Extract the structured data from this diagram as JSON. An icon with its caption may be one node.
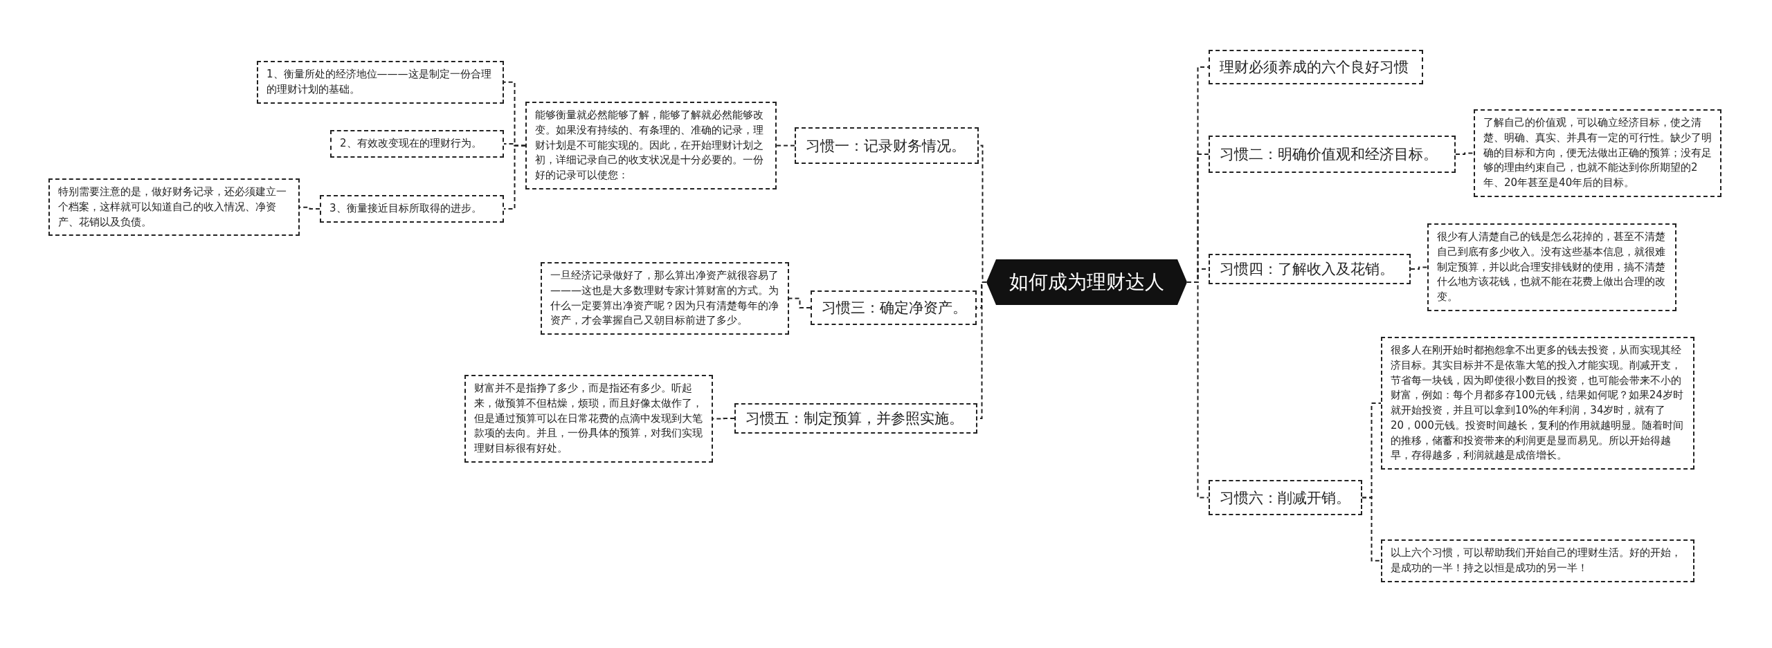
{
  "diagram": {
    "nodes": [
      {
        "text": [
          "如何成为理财达人"
        ]
      },
      {
        "text": [
          "习惯一：记录财务情况。"
        ]
      },
      {
        "text": [
          "能够衡量就必然能够了解，能够了解就必然能够改变。如果没有持续的、有条理的、准确的记录，理财计划是不可能实现的。因此，在开始理财计划之初，详细记录自己的收支状况是十分必要的。一份好的记录可以使您："
        ]
      },
      {
        "text": [
          "1、衡量所处的经济地位———这是制定一份合理的理财计划的基础。"
        ]
      },
      {
        "text": [
          "2、有效改变现在的理财行为。"
        ]
      },
      {
        "text": [
          "3、衡量接近目标所取得的进步。"
        ]
      },
      {
        "text": [
          "特别需要注意的是，做好财务记录，还必须建立一个档案，这样就可以知道自己的收入情况、净资产、花销以及负债。"
        ]
      },
      {
        "text": [
          "习惯三：确定净资产。"
        ]
      },
      {
        "text": [
          "一旦经济记录做好了，那么算出净资产就很容易了———这也是大多数理财专家计算财富的方式。为什么一定要算出净资产呢？因为只有清楚每年的净资产，才会掌握自己又朝目标前进了多少。"
        ]
      },
      {
        "text": [
          "习惯五：制定预算，并参照实施。"
        ]
      },
      {
        "text": [
          "财富并不是指挣了多少，而是指还有多少。听起来，做预算不但枯燥，烦琐，而且好像太做作了，但是通过预算可以在日常花费的点滴中发现到大笔款项的去向。并且，一份具体的预算，对我们实现理财目标很有好处。"
        ]
      },
      {
        "text": [
          "理财必须养成的六个良好习惯"
        ]
      },
      {
        "text": [
          "习惯二：明确价值观和经济目标。"
        ]
      },
      {
        "text": [
          "了解自己的价值观，可以确立经济目标，使之清楚、明确、真实、并具有一定的可行性。缺少了明确的目标和方向，便无法做出正确的预算；没有足够的理由约束自己，也就不能达到你所期望的2年、20年甚至是40年后的目标。"
        ]
      },
      {
        "text": [
          "习惯四：了解收入及花销。"
        ]
      },
      {
        "text": [
          "很少有人清楚自己的钱是怎么花掉的，甚至不清楚自己到底有多少收入。没有这些基本信息，就很难制定预算，并以此合理安排钱财的使用，搞不清楚什么地方该花钱，也就不能在花费上做出合理的改变。"
        ]
      },
      {
        "text": [
          "习惯六：削减开销。"
        ]
      },
      {
        "text": [
          "很多人在刚开始时都抱怨拿不出更多的钱去投资，从而实现其经济目标。其实目标并不是依靠大笔的投入才能实现。削减开支，节省每一块钱，因为即使很小数目的投资，也可能会带来不小的财富，例如：每个月都多存100元钱，结果如何呢？如果24岁时就开始投资，并且可以拿到10%的年利润，34岁时，就有了20，000元钱。投资时间越长，复利的作用就越明显。随着时间的推移，储蓄和投资带来的利润更是显而易见。所以开始得越早，存得越多，利润就越是成倍增长。"
        ]
      },
      {
        "text": [
          "以上六个习惯，可以帮助我们开始自己的理财生活。好的开始，是成功的一半！持之以恒是成功的另一半！"
        ]
      }
    ],
    "edges": [
      {
        "from": 0,
        "to": 1,
        "arrow": "none"
      },
      {
        "from": 1,
        "to": 2,
        "arrow": "none"
      },
      {
        "from": 2,
        "to": 3,
        "arrow": "none"
      },
      {
        "from": 2,
        "to": 4,
        "arrow": "none"
      },
      {
        "from": 2,
        "to": 5,
        "arrow": "none"
      },
      {
        "from": 5,
        "to": 6,
        "arrow": "none"
      },
      {
        "from": 0,
        "to": 7,
        "arrow": "none"
      },
      {
        "from": 7,
        "to": 8,
        "arrow": "none"
      },
      {
        "from": 0,
        "to": 9,
        "arrow": "none"
      },
      {
        "from": 9,
        "to": 10,
        "arrow": "none"
      },
      {
        "from": 0,
        "to": 11,
        "arrow": "none"
      },
      {
        "from": 0,
        "to": 12,
        "arrow": "none"
      },
      {
        "from": 12,
        "to": 13,
        "arrow": "none"
      },
      {
        "from": 0,
        "to": 14,
        "arrow": "none"
      },
      {
        "from": 14,
        "to": 15,
        "arrow": "none"
      },
      {
        "from": 0,
        "to": 16,
        "arrow": "none"
      },
      {
        "from": 16,
        "to": 17,
        "arrow": "none"
      },
      {
        "from": 16,
        "to": 18,
        "arrow": "none"
      }
    ]
  }
}
